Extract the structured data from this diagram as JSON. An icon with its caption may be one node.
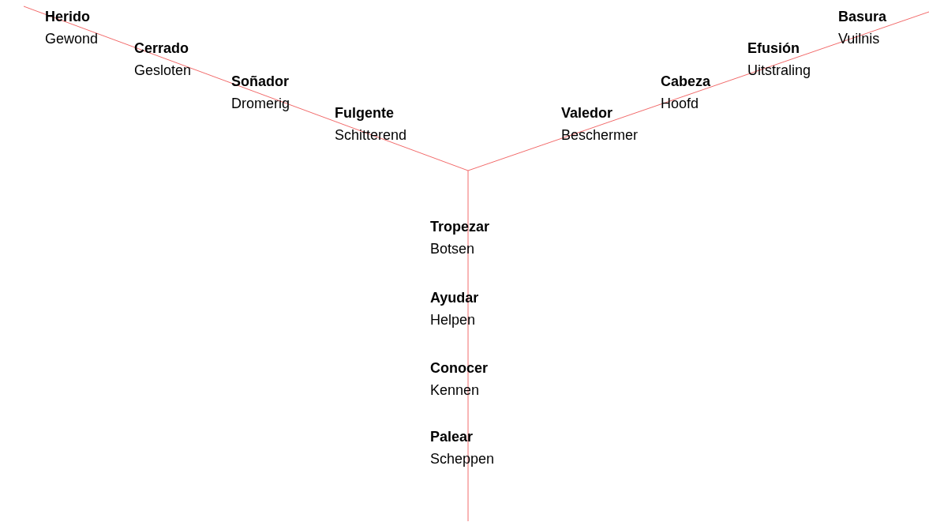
{
  "diagram": {
    "labels": [
      "Herido",
      "Gewond",
      "Cerrado",
      "Gesloten",
      "Soñador",
      "Dromerig",
      "Fulgente",
      "Schitterend",
      "Valedor",
      "Beschermer",
      "Cabeza",
      "Hoofd",
      "Efusión",
      "Uitstraling",
      "Basura",
      "Vuilnis",
      "Tropezar",
      "Botsen",
      "Ayudar",
      "Helpen",
      "Conocer",
      "Kennen",
      "Palear",
      "Scheppen"
    ]
  }
}
